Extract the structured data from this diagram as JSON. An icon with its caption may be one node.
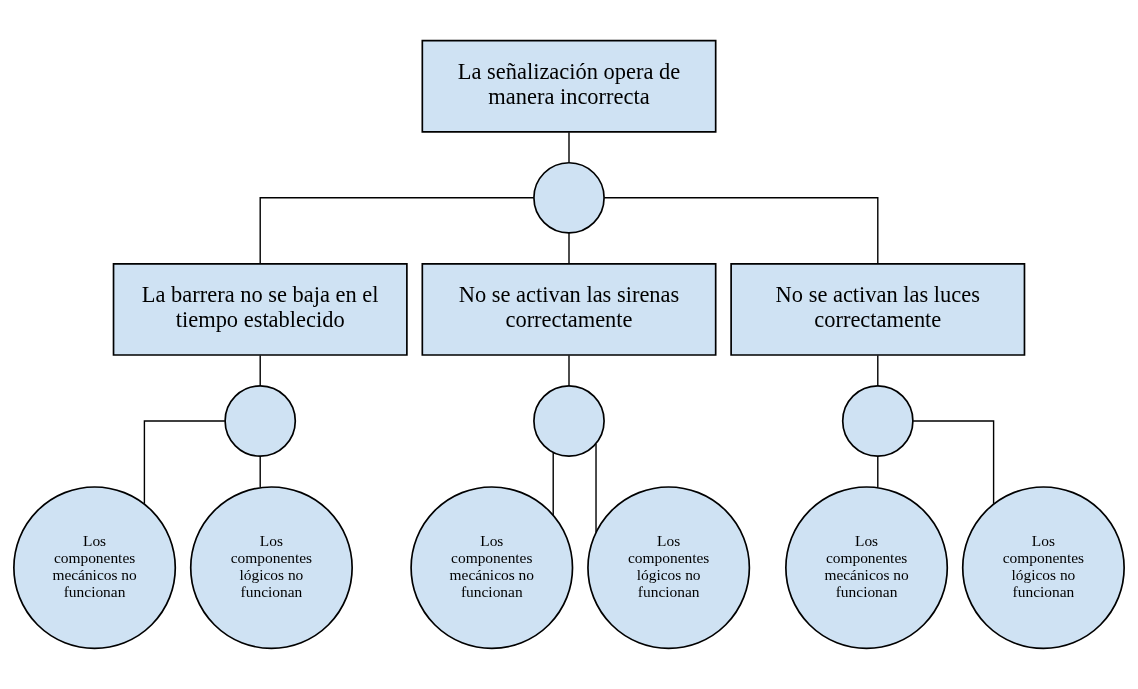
{
  "diagram": {
    "nodes": [
      {
        "text": [
          "La señalización opera de manera incorrecta"
        ]
      },
      {
        "text": [],
        "shape": "circle"
      },
      {
        "text": [
          "La barrera no se baja en el tiempo establecido"
        ]
      },
      {
        "text": [
          "No se activan las sirenas correctamente"
        ]
      },
      {
        "text": [
          "No se activan las luces correctamente"
        ]
      },
      {
        "text": [],
        "shape": "circle"
      },
      {
        "text": [],
        "shape": "circle"
      },
      {
        "text": [],
        "shape": "circle"
      },
      {
        "text": [
          "Los componentes mecánicos no funcionan"
        ]
      },
      {
        "text": [
          "Los componentes lógicos no funcionan"
        ]
      },
      {
        "text": [
          "Los componentes mecánicos no funcionan"
        ]
      },
      {
        "text": [
          "Los componentes lógicos no funcionan"
        ]
      },
      {
        "text": [
          "Los componentes mecánicos no funcionan"
        ]
      },
      {
        "text": [
          "Los componentes lógicos no funcionan"
        ]
      }
    ],
    "edges": [
      {
        "from": 0,
        "to": 1,
        "arrow": "none"
      },
      {
        "from": 1,
        "to": 2,
        "arrow": "none"
      },
      {
        "from": 1,
        "to": 3,
        "arrow": "none"
      },
      {
        "from": 1,
        "to": 4,
        "arrow": "none"
      },
      {
        "from": 2,
        "to": 5,
        "arrow": "none"
      },
      {
        "from": 3,
        "to": 6,
        "arrow": "none"
      },
      {
        "from": 4,
        "to": 7,
        "arrow": "none"
      },
      {
        "from": 5,
        "to": 8,
        "arrow": "none"
      },
      {
        "from": 5,
        "to": 9,
        "arrow": "none"
      },
      {
        "from": 6,
        "to": 10,
        "arrow": "none"
      },
      {
        "from": 6,
        "to": 11,
        "arrow": "none"
      },
      {
        "from": 7,
        "to": 12,
        "arrow": "none"
      },
      {
        "from": 7,
        "to": 13,
        "arrow": "none"
      }
    ]
  }
}
